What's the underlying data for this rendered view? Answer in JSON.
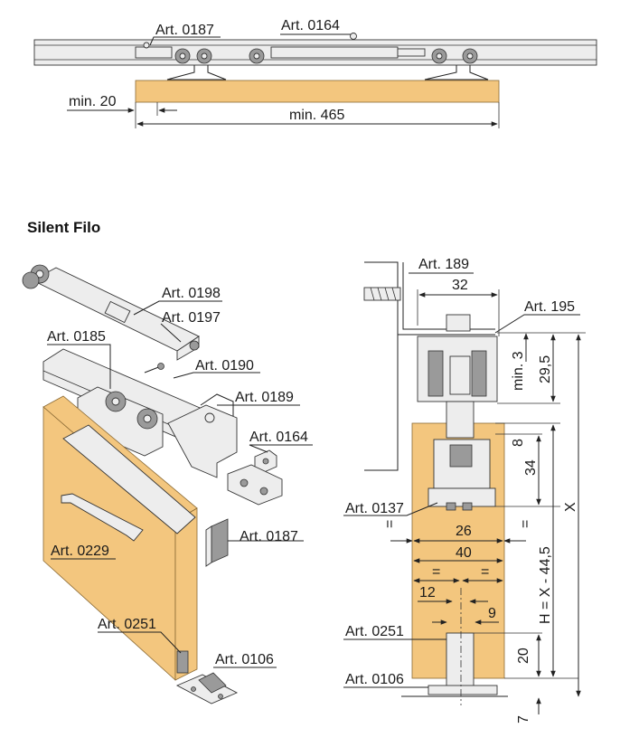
{
  "top_view": {
    "callout_0187": "Art. 0187",
    "callout_0164": "Art. 0164",
    "dim_min20": "min. 20",
    "dim_min465": "min. 465"
  },
  "section_title": "Silent Filo",
  "exploded_view": {
    "callouts": {
      "a0198": "Art. 0198",
      "a0197": "Art. 0197",
      "a0185": "Art. 0185",
      "a0190": "Art. 0190",
      "a0189": "Art. 0189",
      "a0164": "Art. 0164",
      "a0187": "Art. 0187",
      "a0229": "Art. 0229",
      "a0251": "Art. 0251",
      "a0106": "Art. 0106"
    }
  },
  "cross_section": {
    "callouts": {
      "a189": "Art. 189",
      "a195": "Art. 195",
      "a0137": "Art. 0137",
      "a0251": "Art. 0251",
      "a0106": "Art. 0106"
    },
    "dims": {
      "d32": "32",
      "dmin3": "min. 3",
      "d29_5": "29,5",
      "d8": "8",
      "d34": "34",
      "dX": "X",
      "d26": "26",
      "d40": "40",
      "dH": "H = X - 44,5",
      "d12": "12",
      "d9": "9",
      "d20": "20",
      "d7": "7",
      "eq": "="
    }
  }
}
